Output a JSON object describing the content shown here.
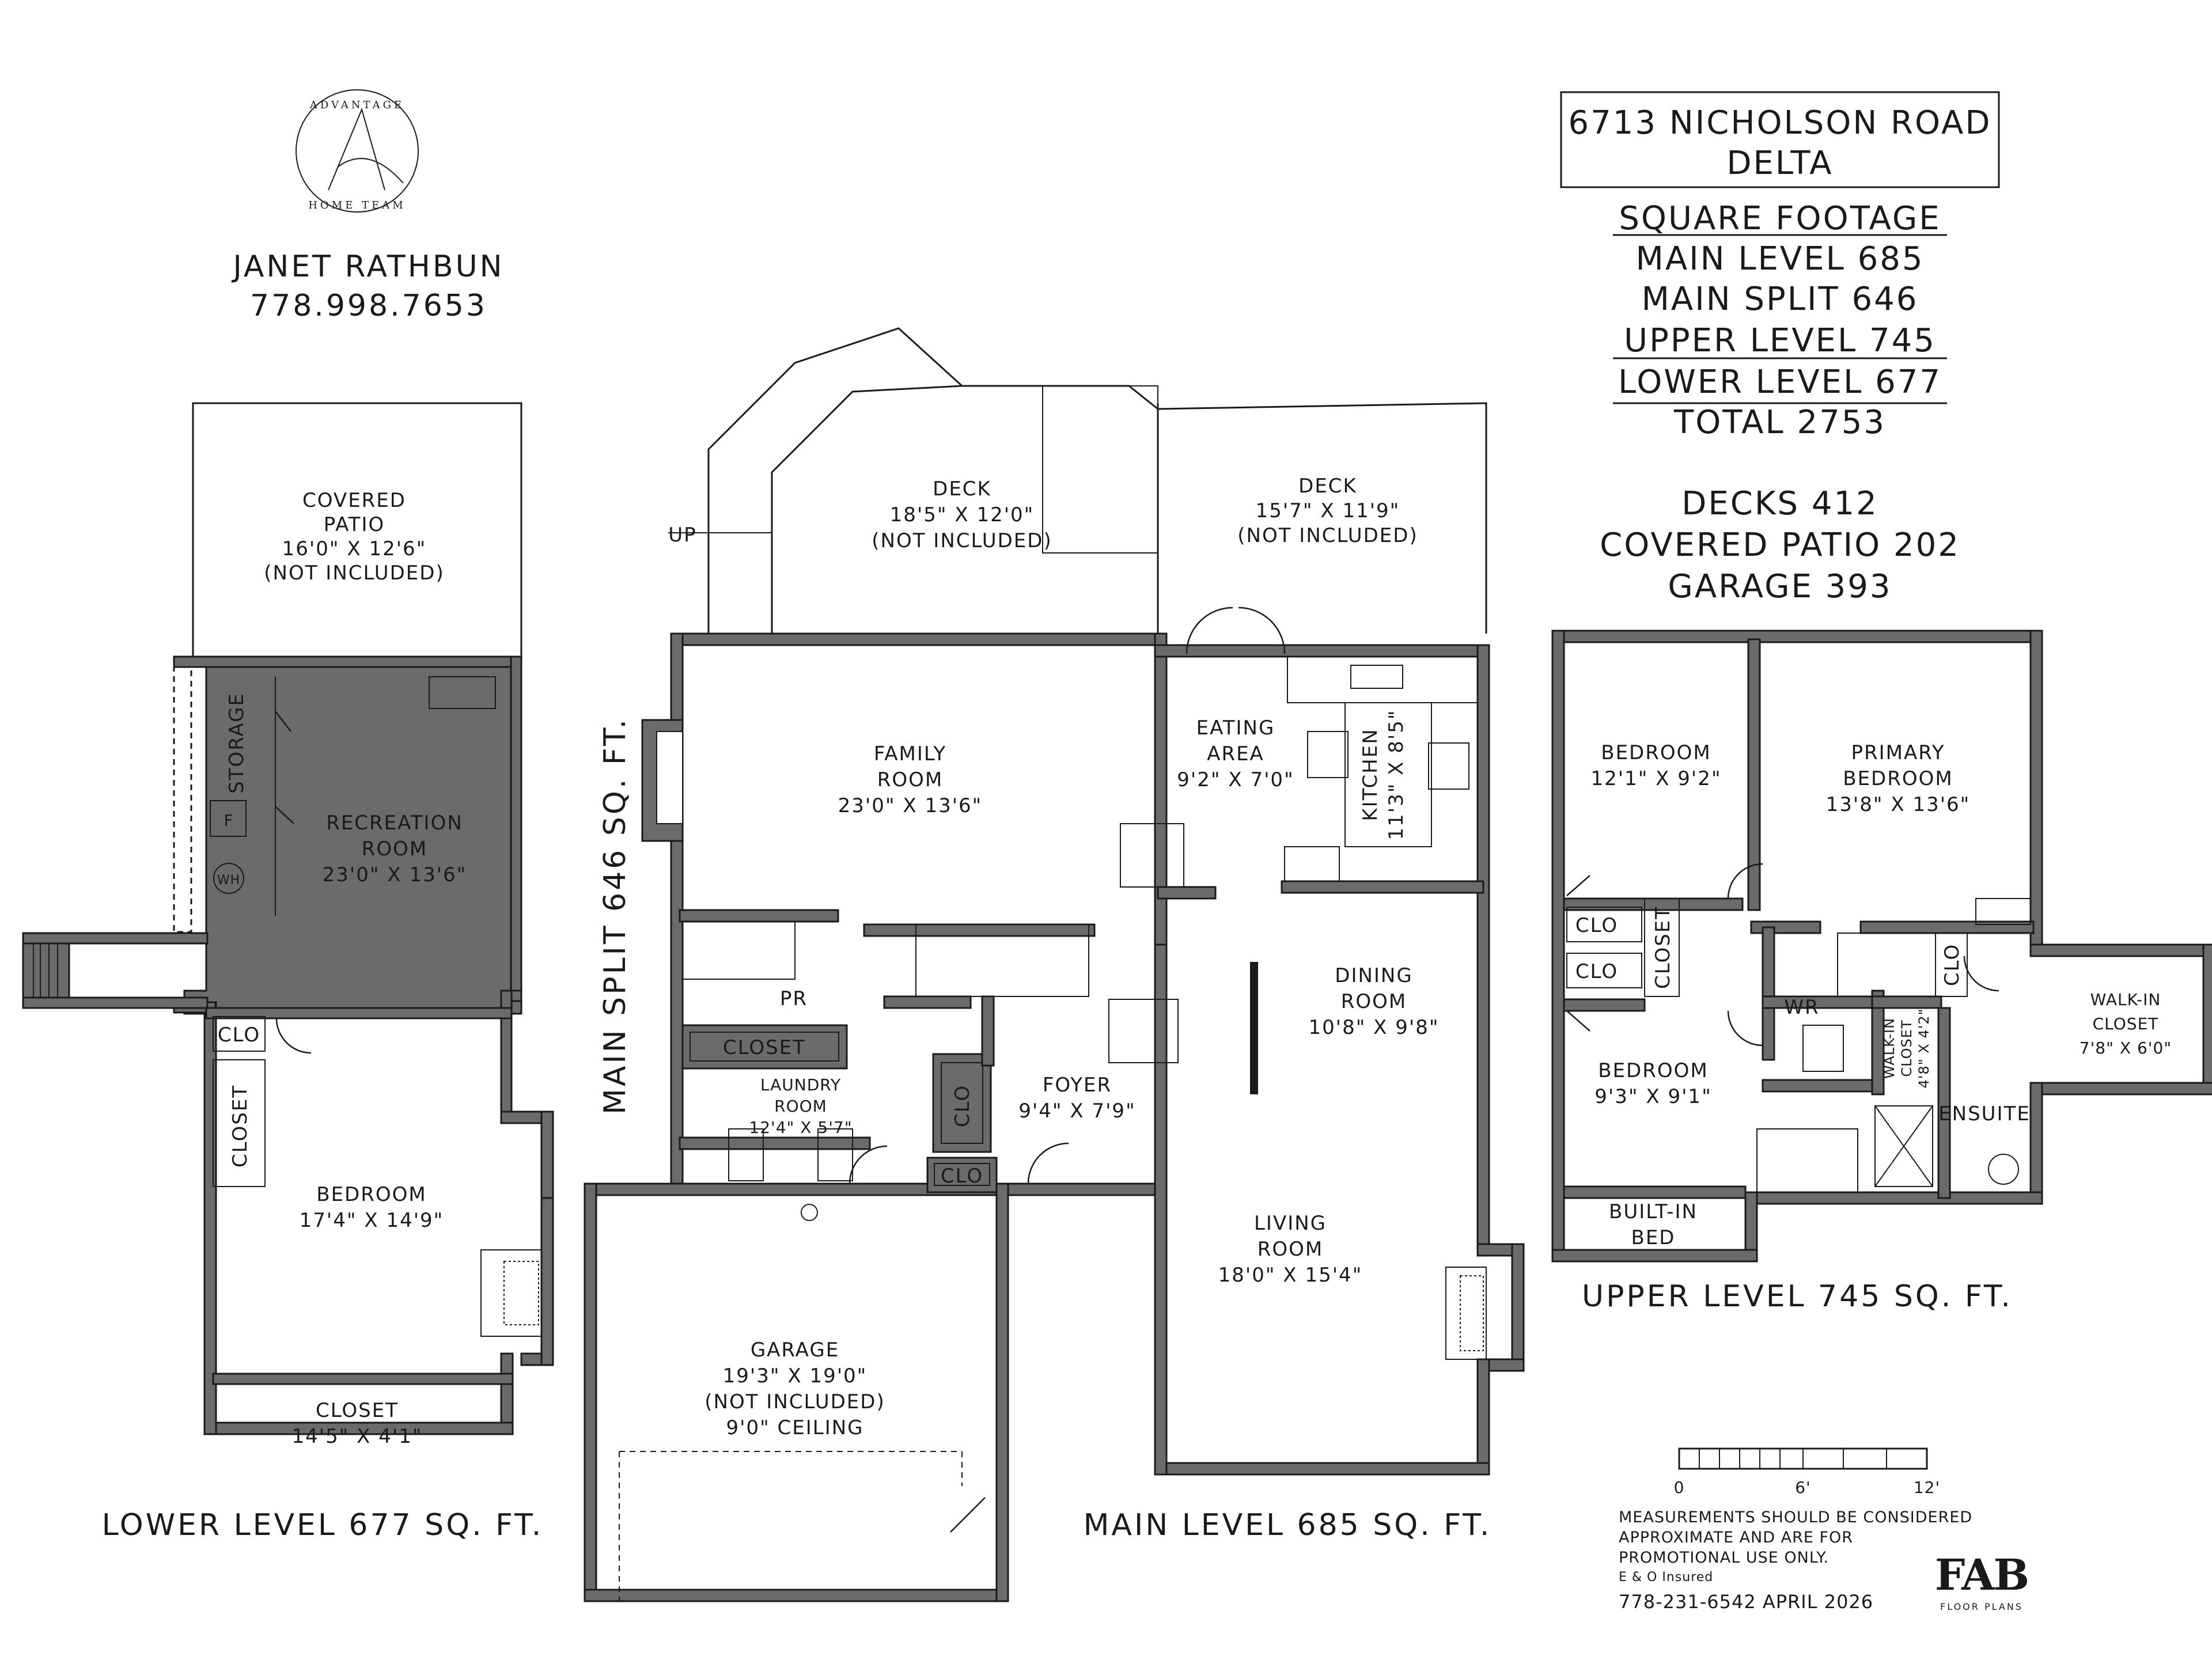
{
  "agent": {
    "name": "JANET RATHBUN",
    "phone": "778.998.7653"
  },
  "address": {
    "line1": "6713 NICHOLSON ROAD",
    "line2": "DELTA"
  },
  "summary": {
    "heading": "SQUARE FOOTAGE",
    "main_level": "MAIN LEVEL 685",
    "main_split": "MAIN SPLIT 646",
    "upper_level": "UPPER LEVEL 745",
    "lower_level": "LOWER LEVEL 677",
    "total": "TOTAL 2753",
    "decks": "DECKS 412",
    "covered_patio": "COVERED PATIO 202",
    "garage": "GARAGE 393"
  },
  "levels": {
    "lower": "LOWER LEVEL 677 SQ. FT.",
    "main": "MAIN LEVEL 685 SQ. FT.",
    "main_split": "MAIN SPLIT 646 SQ. FT.",
    "upper": "UPPER LEVEL 745 SQ. FT."
  },
  "rooms": {
    "covered_patio": [
      "COVERED",
      "PATIO",
      "16'0\" X 12'6\"",
      "(NOT INCLUDED)"
    ],
    "storage": "STORAGE",
    "furnace": "F",
    "water_heater": "WH",
    "recreation": [
      "RECREATION",
      "ROOM",
      "23'0\" X 13'6\""
    ],
    "lower_clo": "CLO",
    "lower_closet_v": "CLOSET",
    "lower_bedroom": [
      "BEDROOM",
      "17'4\" X 14'9\""
    ],
    "lower_closet": [
      "CLOSET",
      "14'5\" X 4'1\""
    ],
    "deck_left": [
      "DECK",
      "18'5\" X 12'0\"",
      "(NOT INCLUDED)"
    ],
    "deck_right": [
      "DECK",
      "15'7\" X 11'9\"",
      "(NOT INCLUDED)"
    ],
    "up": "UP",
    "family": [
      "FAMILY",
      "ROOM",
      "23'0\" X 13'6\""
    ],
    "pr": "PR",
    "closet": "CLOSET",
    "laundry": [
      "LAUNDRY",
      "ROOM",
      "12'4\" X 5'7\""
    ],
    "eating": [
      "EATING",
      "AREA",
      "9'2\" X 7'0\""
    ],
    "kitchen": "KITCHEN",
    "kitchen_dim": "11'3\" X 8'5\"",
    "dining": [
      "DINING",
      "ROOM",
      "10'8\" X 9'8\""
    ],
    "foyer": [
      "FOYER",
      "9'4\" X 7'9\""
    ],
    "foyer_clo_v": "CLO",
    "foyer_clo": "CLO",
    "living": [
      "LIVING",
      "ROOM",
      "18'0\" X 15'4\""
    ],
    "garage": [
      "GARAGE",
      "19'3\" X 19'0\"",
      "(NOT INCLUDED)",
      "9'0\" CEILING"
    ],
    "upper_bedroom1": [
      "BEDROOM",
      "12'1\" X 9'2\""
    ],
    "primary": [
      "PRIMARY",
      "BEDROOM",
      "13'8\" X 13'6\""
    ],
    "upper_clo1": "CLO",
    "upper_clo2": "CLO",
    "upper_closet_v": "CLOSET",
    "upper_clo3": "CLO",
    "wr": "WR",
    "walkin_small_a": "WALK-IN",
    "walkin_small_b": "CLOSET",
    "walkin_small_c": "4'8\" X 4'2\"",
    "walkin": [
      "WALK-IN",
      "CLOSET",
      "7'8\" X 6'0\""
    ],
    "upper_bedroom2": [
      "BEDROOM",
      "9'3\" X 9'1\""
    ],
    "ensuite": "ENSUITE",
    "builtin": [
      "BUILT-IN",
      "BED"
    ]
  },
  "scale": {
    "zero": "0",
    "six": "6'",
    "twelve": "12'"
  },
  "disclaimer": [
    "MEASUREMENTS SHOULD BE CONSIDERED",
    "APPROXIMATE AND ARE FOR",
    "PROMOTIONAL USE ONLY.",
    "E & O Insured"
  ],
  "contact": "778-231-6542  APRIL 2026",
  "logo": {
    "text": "ADVANTAGE HOME TEAM",
    "mark": "A"
  },
  "fab": {
    "mark": "FAB",
    "sub": "FLOOR PLANS"
  }
}
